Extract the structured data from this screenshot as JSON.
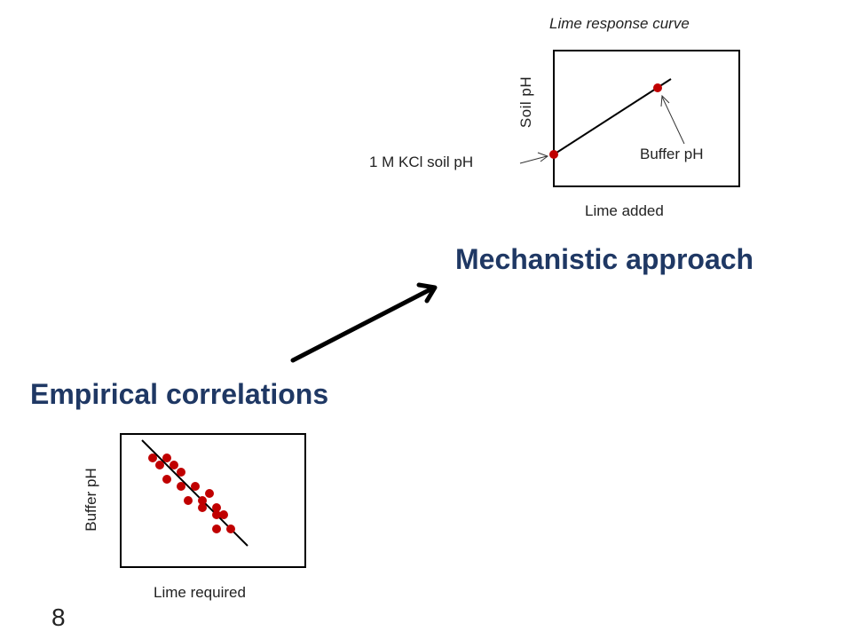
{
  "colors": {
    "heading": "#1f3864",
    "dot": "#c00000",
    "line": "#000000"
  },
  "top_chart": {
    "caption": "Lime response curve",
    "y_label": "Soil pH",
    "x_label": "Lime added",
    "annotation_kcl": "1 M KCl soil pH",
    "annotation_buffer": "Buffer pH"
  },
  "headings": {
    "mechanistic": "Mechanistic approach",
    "empirical": "Empirical correlations"
  },
  "bottom_chart": {
    "y_label": "Buffer pH",
    "x_label": "Lime required"
  },
  "page_number": "8"
}
